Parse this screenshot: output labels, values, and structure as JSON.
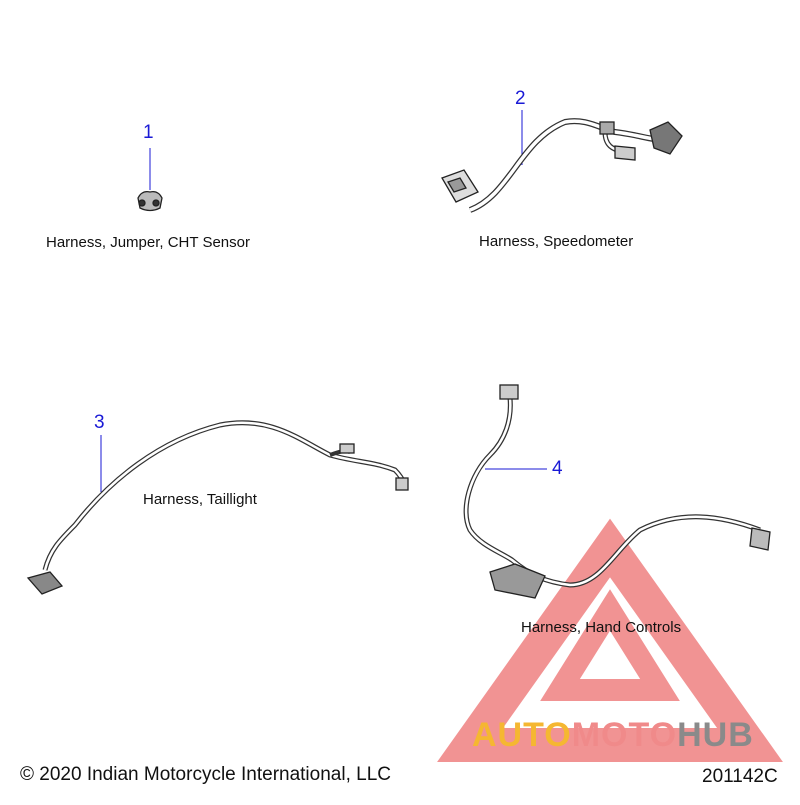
{
  "parts": [
    {
      "number": "1",
      "label": "Harness, Jumper, CHT Sensor"
    },
    {
      "number": "2",
      "label": "Harness, Speedometer"
    },
    {
      "number": "3",
      "label": "Harness, Taillight"
    },
    {
      "number": "4",
      "label": "Harness, Hand Controls"
    }
  ],
  "footer": {
    "copyright": "© 2020 Indian Motorcycle International, LLC",
    "diagram_code": "201142C"
  },
  "watermark": {
    "part1": "AUTO",
    "part2": "MOTO",
    "part3": "HUB",
    "colors": {
      "triangle": "#e63b3b",
      "auto": "#f5b731",
      "moto": "#f08a8a",
      "hub": "#8a8a8a"
    }
  },
  "callout_color": "#1a1ad6"
}
